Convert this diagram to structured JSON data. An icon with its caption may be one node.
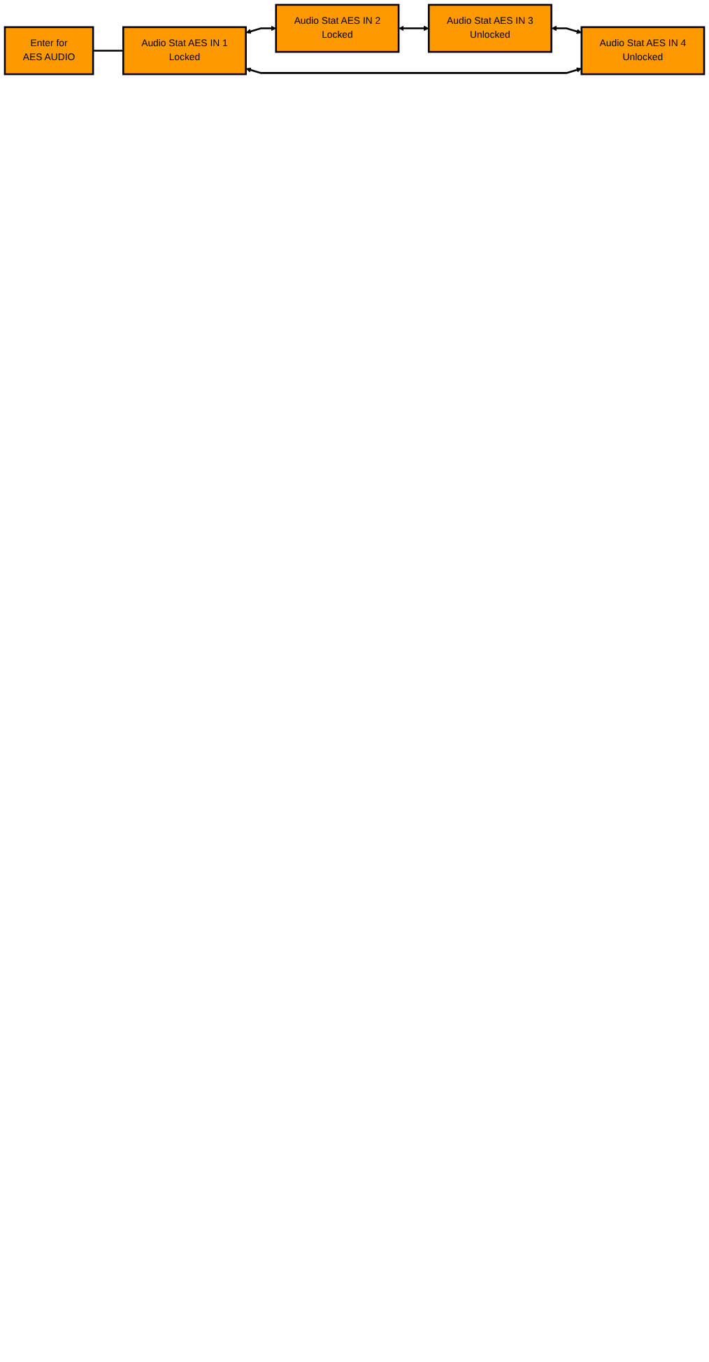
{
  "diagram": {
    "nodes": [
      {
        "text": [
          "Enter for",
          "AES AUDIO"
        ]
      },
      {
        "text": [
          "Audio Stat AES IN 1",
          "Locked"
        ]
      },
      {
        "text": [
          "Audio Stat AES IN 2",
          "Locked"
        ]
      },
      {
        "text": [
          "Audio Stat AES IN 3",
          "Unlocked"
        ]
      },
      {
        "text": [
          "Audio Stat AES IN 4",
          "Unlocked"
        ]
      }
    ],
    "edges": [
      {
        "from": 0,
        "to": 1,
        "arrow": "none"
      },
      {
        "from": 1,
        "to": 2,
        "arrow": "both"
      },
      {
        "from": 2,
        "to": 3,
        "arrow": "both"
      },
      {
        "from": 3,
        "to": 4,
        "arrow": "both"
      },
      {
        "from": 1,
        "to": 4,
        "arrow": "both"
      }
    ]
  }
}
